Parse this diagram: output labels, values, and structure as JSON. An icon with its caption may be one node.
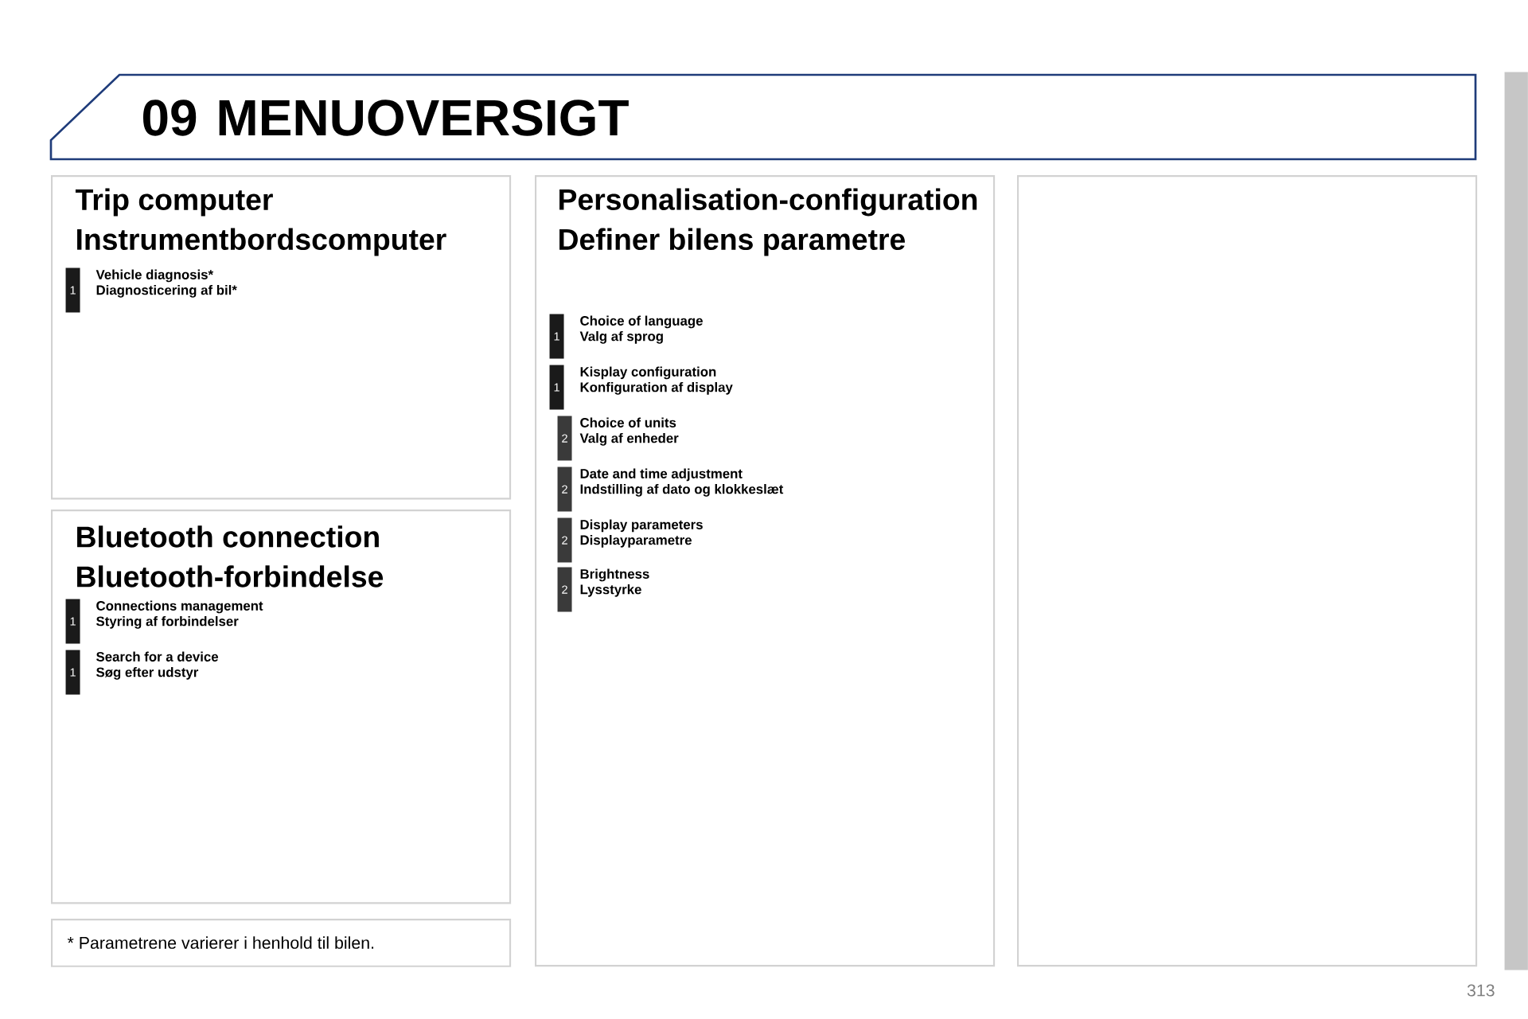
{
  "diagram": {
    "title": "MENUOVERSIGT",
    "nodes": [
      {
        "text": [
          "Trip computer",
          "Instrumentbordscomputer"
        ]
      },
      {
        "text": [
          "1"
        ],
        "in": 0,
        "beside": [
          "Vehicle diagnosis*",
          "Diagnosticering af bil*"
        ]
      },
      {
        "text": [
          "Bluetooth connection",
          "Bluetooth-forbindelse"
        ]
      },
      {
        "text": [
          "1"
        ],
        "in": 2,
        "beside": [
          "Connections management",
          "Styring af forbindelser"
        ]
      },
      {
        "text": [
          "1"
        ],
        "in": 2,
        "beside": [
          "Search for a device",
          "Søg efter udstyr"
        ]
      },
      {
        "text": [
          "* Parametrene varierer i henhold til bilen."
        ]
      },
      {
        "text": [
          "Personalisation-configuration",
          "Definer bilens parametre"
        ]
      },
      {
        "text": [
          "1"
        ],
        "in": 6,
        "beside": [
          "Choice of language",
          "Valg af sprog"
        ]
      },
      {
        "text": [
          "1"
        ],
        "in": 6,
        "beside": [
          "Kisplay configuration",
          "Konfiguration af display"
        ]
      },
      {
        "text": [
          "2"
        ],
        "in": 6,
        "beside": [
          "Choice of units",
          "Valg af enheder"
        ]
      },
      {
        "text": [
          "2"
        ],
        "in": 6,
        "beside": [
          "Date and time adjustment",
          "Indstilling af dato og klokkeslæt"
        ]
      },
      {
        "text": [
          "2"
        ],
        "in": 6,
        "beside": [
          "Display parameters",
          "Displayparametre"
        ]
      },
      {
        "text": [
          "2"
        ],
        "in": 6,
        "beside": [
          "Brightness",
          "Lysstyrke"
        ]
      },
      {
        "text": [],
        "shape": "box"
      },
      {
        "text": [],
        "shape": "bar"
      }
    ],
    "labels": [
      "09",
      "313"
    ]
  }
}
